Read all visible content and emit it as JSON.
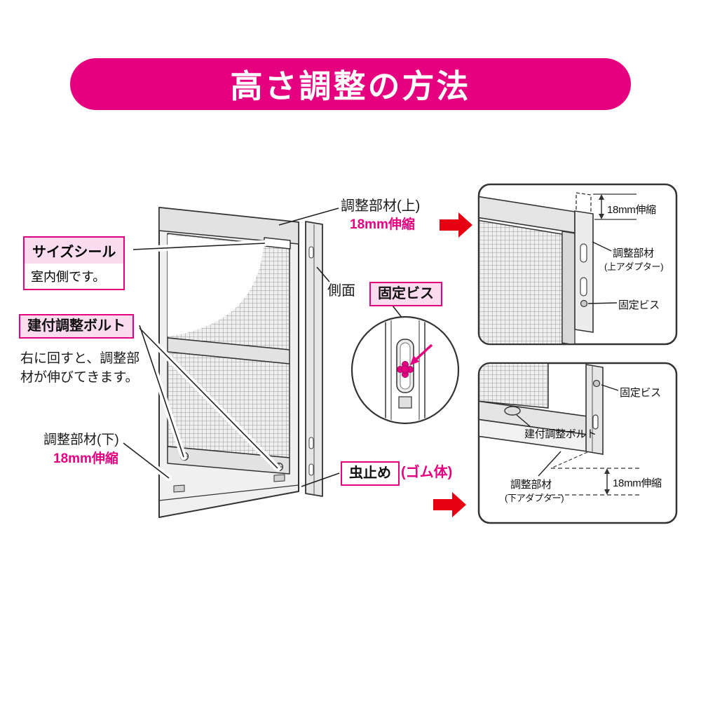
{
  "header": {
    "title": "高さ調整の方法",
    "bg_color": "#E4007F",
    "text_color": "#FFFFFF"
  },
  "colors": {
    "magenta": "#E4007F",
    "pink_box_bg": "#FBDCEE",
    "arrow_red": "#E60012",
    "line": "#333333"
  },
  "callout_boxes": {
    "size_seal": "サイズシール",
    "indoor_side": "室内側です。",
    "fit_adjust_bolt": "建付調整ボルト",
    "fixing_screw": "固定ビス",
    "bug_stopper": "虫止め"
  },
  "labels": {
    "bolt_note_line1": "右に回すと、調整部",
    "bolt_note_line2": "材が伸びてきます。",
    "adjuster_bottom": "調整部材(下)",
    "stretch_bottom": "18mm伸縮",
    "adjuster_top": "調整部材(上)",
    "stretch_top": "18mm伸縮",
    "side_face": "側面",
    "rubber_body": "(ゴム体)"
  },
  "panel_top": {
    "stretch": "18mm伸縮",
    "adjuster_part": "調整部材",
    "adjuster_part_sub": "(上アダプター)",
    "fixing_screw": "固定ビス"
  },
  "panel_bottom": {
    "fixing_screw": "固定ビス",
    "fit_adjust_bolt": "建付調整ボルト",
    "adjuster_part": "調整部材",
    "adjuster_part_sub": "(下アダプター)",
    "stretch": "18mm伸縮"
  }
}
